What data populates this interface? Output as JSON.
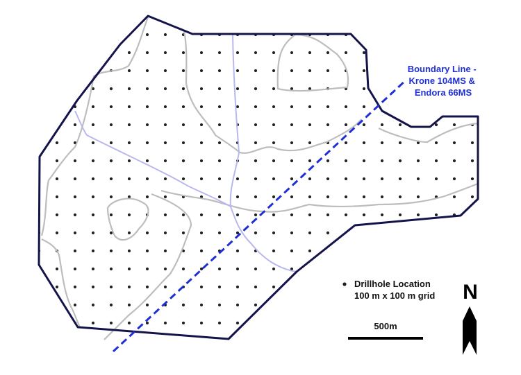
{
  "boundary_label": {
    "lines": [
      "Boundary Line -",
      "Krone 104MS &",
      "Endora 66MS"
    ],
    "color": "#1f2fd6"
  },
  "legend": {
    "symbol": "dot",
    "line1": "Drillhole Location",
    "line2": "100 m x 100 m grid"
  },
  "scale_bar": {
    "label": "500m"
  },
  "north_arrow": {
    "label": "N"
  },
  "colors": {
    "outline": "#14144a",
    "contours": "#bdbdbd",
    "streams": "#b8b8f0",
    "boundary_line": "#1f2fd6",
    "drillholes": "#222222"
  }
}
